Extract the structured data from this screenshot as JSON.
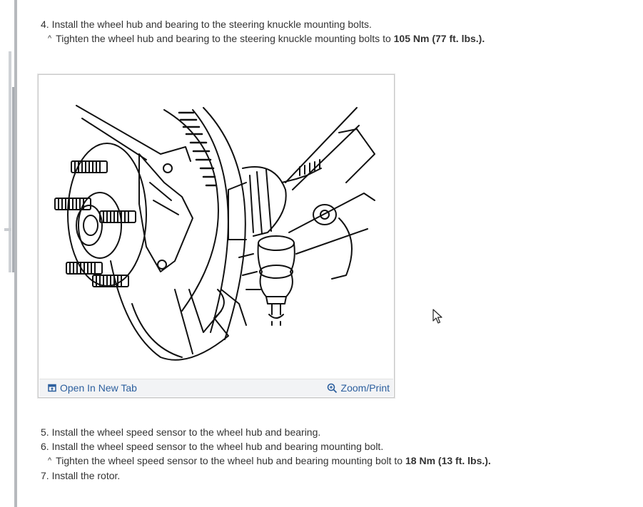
{
  "step4": {
    "text": "4. Install the wheel hub and bearing to the steering knuckle mounting bolts.",
    "sub_caret": "^",
    "sub_prefix": "Tighten the wheel hub and bearing to the steering knuckle mounting bolts to ",
    "sub_value": "105 Nm (77 ft. lbs.)."
  },
  "figure": {
    "open_label": "Open In New Tab",
    "zoom_label": "Zoom/Print",
    "open_icon": "open-in-new-tab-icon",
    "zoom_icon": "zoom-magnifier-icon"
  },
  "step5": {
    "text": "5. Install the wheel speed sensor to the wheel hub and bearing."
  },
  "step6": {
    "text": "6. Install the wheel speed sensor to the wheel hub and bearing mounting bolt.",
    "sub_caret": "^",
    "sub_prefix": "Tighten the wheel speed sensor to the wheel hub and bearing mounting bolt to ",
    "sub_value": "18 Nm (13 ft. lbs.)."
  },
  "step7": {
    "text": "7. Install the rotor."
  },
  "colors": {
    "link": "#2c5f9e",
    "text": "#333333",
    "bar": "#f2f3f5"
  }
}
